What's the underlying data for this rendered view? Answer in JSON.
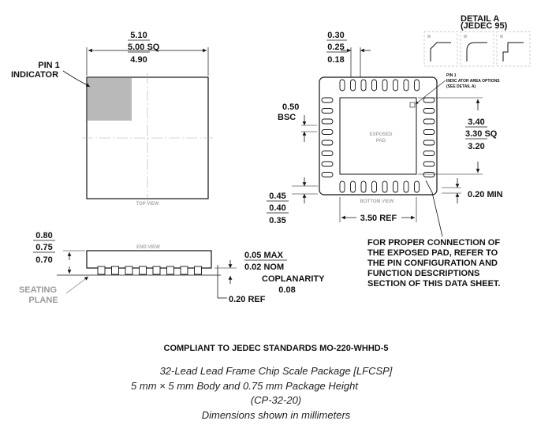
{
  "top_view": {
    "pin1_label_line1": "PIN 1",
    "pin1_label_line2": "INDICATOR",
    "dim_max": "5.10",
    "dim_nom": "5.00 SQ",
    "dim_min": "4.90",
    "view_label": "TOP VIEW"
  },
  "bottom_view": {
    "lead_w_max": "0.30",
    "lead_w_nom": "0.25",
    "lead_w_min": "0.18",
    "pitch": "0.50",
    "pitch_suffix": "BSC",
    "pad_max": "3.40",
    "pad_nom": "3.30 SQ",
    "pad_min": "3.20",
    "min_clear": "0.20 MIN",
    "lead_len_max": "0.45",
    "lead_len_nom": "0.40",
    "lead_len_min": "0.35",
    "ref_width": "3.50 REF",
    "exposed_pad_line1": "EXPOSED",
    "exposed_pad_line2": "PAD",
    "view_label": "BOTTOM VIEW",
    "pin1_area_line1": "PIN 1",
    "pin1_area_line2": "INDIC ATOR AREA OPTIONS",
    "pin1_area_line3": "(SEE DETAIL A)"
  },
  "detail": {
    "title_line1": "DETAIL A",
    "title_line2": "(JEDEC 95)"
  },
  "end_view": {
    "height_max": "0.80",
    "height_nom": "0.75",
    "height_min": "0.70",
    "view_label": "END VIEW",
    "standoff_max": "0.05 MAX",
    "standoff_nom": "0.02 NOM",
    "coplanarity_label": "COPLANARITY",
    "coplanarity_value": "0.08",
    "ref_thickness": "0.20 REF",
    "seating_line1": "SEATING",
    "seating_line2": "PLANE"
  },
  "note": [
    "FOR PROPER CONNECTION OF",
    "THE EXPOSED PAD, REFER TO",
    "THE PIN CONFIGURATION AND",
    "FUNCTION DESCRIPTIONS",
    "SECTION OF THIS DATA SHEET."
  ],
  "compliance": "COMPLIANT TO JEDEC STANDARDS MO-220-WHHD-5",
  "caption": {
    "line1": "32-Lead Lead Frame Chip Scale Package [LFCSP]",
    "line2": "5 mm × 5 mm Body and 0.75 mm Package Height",
    "line3": "(CP-32-20)",
    "line4": "Dimensions shown in millimeters"
  },
  "colors": {
    "pin1_fill": "#b9b9b9",
    "seating_text": "#9a9a9a",
    "line": "#111111"
  }
}
